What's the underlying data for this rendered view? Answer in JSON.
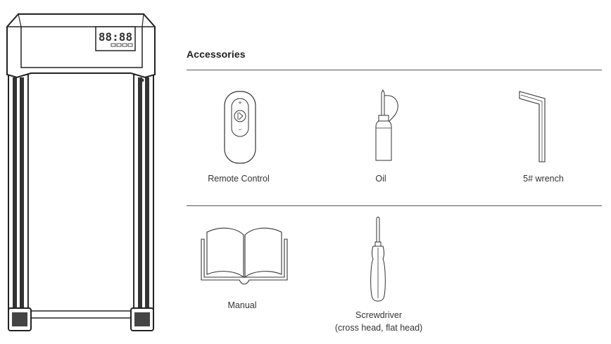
{
  "section_title": "Accessories",
  "display_readout": "88:88",
  "accessories": [
    {
      "id": "remote",
      "label": "Remote Control",
      "icon": "remote-control-icon"
    },
    {
      "id": "oil",
      "label": "Oil",
      "icon": "oil-bottle-icon"
    },
    {
      "id": "wrench",
      "label": "5# wrench",
      "icon": "hex-wrench-icon"
    },
    {
      "id": "manual",
      "label": "Manual",
      "icon": "manual-book-icon"
    },
    {
      "id": "screwdriver",
      "label_line1": "Screwdriver",
      "label_line2": "(cross head, flat head)",
      "icon": "screwdriver-icon"
    }
  ],
  "remote_symbols": {
    "plus": "+",
    "minus": "−"
  }
}
